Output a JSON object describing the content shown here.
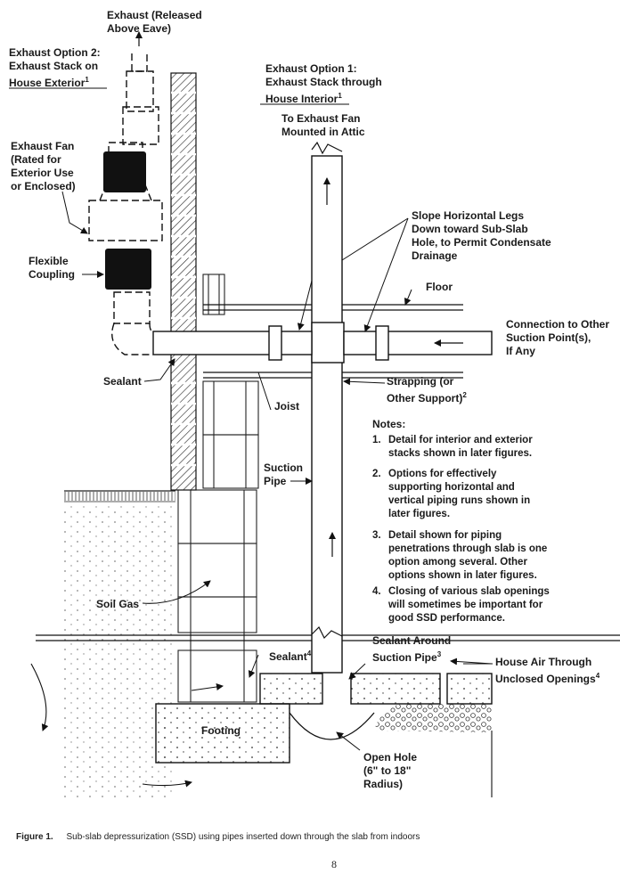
{
  "labels": {
    "exhaust_released": [
      "Exhaust (Released",
      "Above Eave)"
    ],
    "exhaust_option2": [
      "Exhaust Option 2:",
      "Exhaust Stack on",
      "House Exterior"
    ],
    "exhaust_option1": [
      "Exhaust Option 1:",
      "Exhaust Stack through",
      "House Interior"
    ],
    "exhaust_fan_attic": [
      "To Exhaust Fan",
      "Mounted in Attic"
    ],
    "exhaust_fan": [
      "Exhaust Fan",
      "(Rated for",
      "Exterior Use",
      "or Enclosed)"
    ],
    "slope_legs": [
      "Slope Horizontal Legs",
      "Down toward Sub-Slab",
      "Hole, to Permit Condensate",
      "Drainage"
    ],
    "flexible_coupling": [
      "Flexible",
      "Coupling"
    ],
    "floor": "Floor",
    "connection": [
      "Connection to Other",
      "Suction Point(s),",
      "If Any"
    ],
    "sealant": "Sealant",
    "strapping": [
      "Strapping (or",
      "Other Support)"
    ],
    "joist": "Joist",
    "suction_pipe": [
      "Suction",
      "Pipe"
    ],
    "soil_gas": "Soil Gas",
    "sealant4": "Sealant",
    "sealant_around": [
      "Sealant Around",
      "Suction Pipe"
    ],
    "house_air": [
      "House Air Through",
      "Unclosed Openings"
    ],
    "footing": "Footing",
    "open_hole": [
      "Open Hole",
      "(6\" to 18\"",
      "Radius)"
    ]
  },
  "superscripts": {
    "option2": "1",
    "option1": "1",
    "strapping": "2",
    "sealant4": "4",
    "sealant_around": "3",
    "house_air": "4"
  },
  "notes": {
    "heading": "Notes:",
    "items": [
      {
        "num": "1.",
        "lines": [
          "Detail for interior and exterior",
          "stacks shown in later figures."
        ]
      },
      {
        "num": "2.",
        "lines": [
          "Options for effectively",
          "supporting horizontal and",
          "vertical piping runs shown in",
          "later figures."
        ]
      },
      {
        "num": "3.",
        "lines": [
          "Detail shown for piping",
          "penetrations through slab is one",
          "option among several. Other",
          "options shown in later figures."
        ]
      },
      {
        "num": "4.",
        "lines": [
          "Closing of various slab openings",
          "will sometimes be important for",
          "good SSD performance."
        ]
      }
    ]
  },
  "caption": {
    "label": "Figure 1.",
    "text": "Sub-slab depressurization (SSD) using pipes inserted down through the slab from indoors"
  },
  "page_number": "8"
}
